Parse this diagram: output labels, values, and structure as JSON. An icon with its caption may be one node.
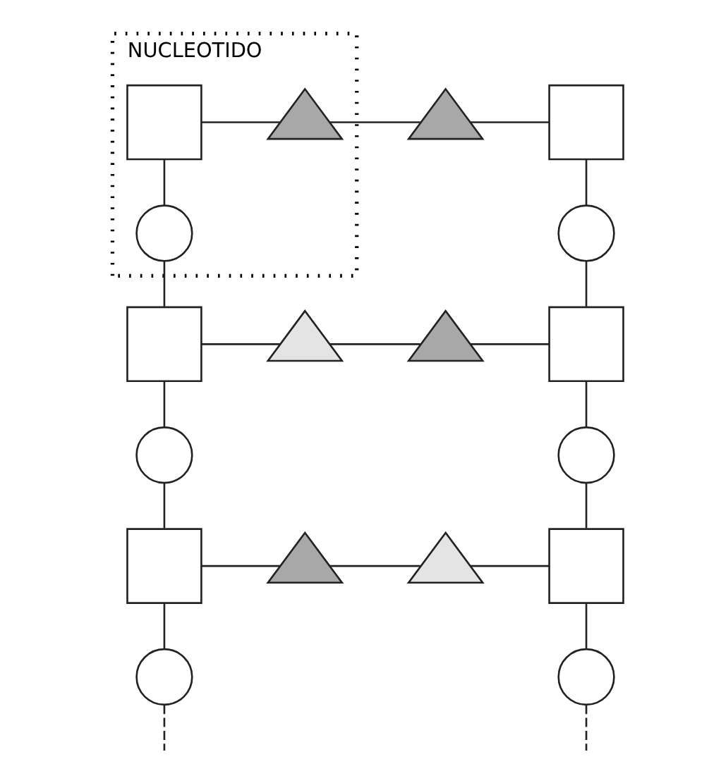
{
  "diagram": {
    "nodes": [
      {
        "text": [
          "NUCLEOTIDO"
        ]
      },
      {
        "text": [],
        "shape": "box",
        "in": 0
      },
      {
        "text": [],
        "shape": "triangle",
        "in": 0
      },
      {
        "text": [],
        "shape": "circle",
        "in": 0
      },
      {
        "text": [],
        "shape": "triangle"
      },
      {
        "text": [],
        "shape": "box"
      },
      {
        "text": [],
        "shape": "circle"
      },
      {
        "text": [],
        "shape": "box"
      },
      {
        "text": [],
        "shape": "triangle"
      },
      {
        "text": [],
        "shape": "triangle"
      },
      {
        "text": [],
        "shape": "box"
      },
      {
        "text": [],
        "shape": "circle"
      },
      {
        "text": [],
        "shape": "circle"
      },
      {
        "text": [],
        "shape": "box"
      },
      {
        "text": [],
        "shape": "triangle"
      },
      {
        "text": [],
        "shape": "triangle"
      },
      {
        "text": [],
        "shape": "box"
      },
      {
        "text": [],
        "shape": "circle"
      },
      {
        "text": [],
        "shape": "circle"
      }
    ],
    "edges": [
      {
        "from": 1,
        "to": 2,
        "arrow": "none"
      },
      {
        "from": 2,
        "to": 4,
        "arrow": "none"
      },
      {
        "from": 4,
        "to": 5,
        "arrow": "none"
      },
      {
        "from": 1,
        "to": 3,
        "arrow": "none"
      },
      {
        "from": 5,
        "to": 6,
        "arrow": "none"
      },
      {
        "from": 3,
        "to": 7,
        "arrow": "none"
      },
      {
        "from": 6,
        "to": 10,
        "arrow": "none"
      },
      {
        "from": 7,
        "to": 8,
        "arrow": "none"
      },
      {
        "from": 8,
        "to": 9,
        "arrow": "none"
      },
      {
        "from": 9,
        "to": 10,
        "arrow": "none"
      },
      {
        "from": 7,
        "to": 11,
        "arrow": "none"
      },
      {
        "from": 10,
        "to": 12,
        "arrow": "none"
      },
      {
        "from": 11,
        "to": 13,
        "arrow": "none"
      },
      {
        "from": 12,
        "to": 16,
        "arrow": "none"
      },
      {
        "from": 13,
        "to": 14,
        "arrow": "none"
      },
      {
        "from": 14,
        "to": 15,
        "arrow": "none"
      },
      {
        "from": 15,
        "to": 16,
        "arrow": "none"
      },
      {
        "from": 13,
        "to": 17,
        "arrow": "none"
      },
      {
        "from": 16,
        "to": 18,
        "arrow": "none"
      },
      {
        "from": 17,
        "to": null,
        "arrow": "none",
        "style": "dashed"
      },
      {
        "from": 18,
        "to": null,
        "arrow": "none",
        "style": "dashed"
      }
    ]
  }
}
